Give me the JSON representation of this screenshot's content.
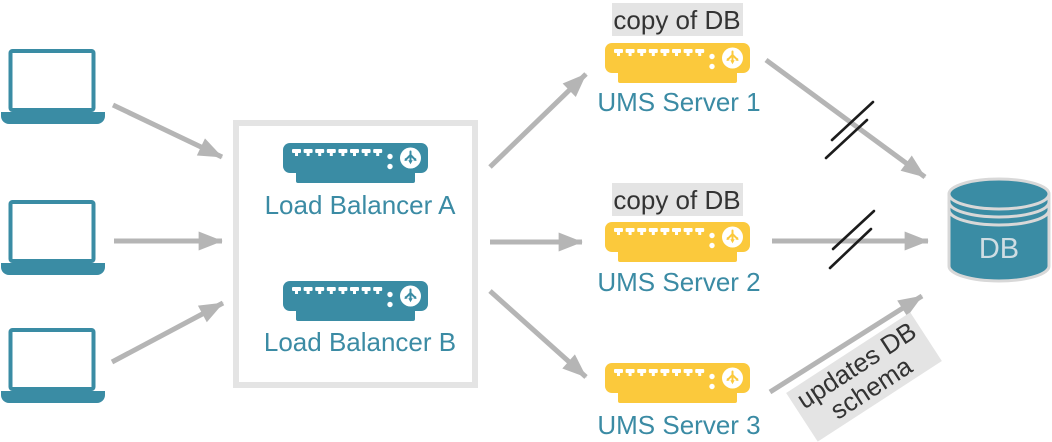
{
  "colors": {
    "teal": "#3a8ca4",
    "yellow": "#fbc93c",
    "arrow_gray": "#b5b5b5",
    "label_bg": "#e4e4e4",
    "label_text": "#333333",
    "box_border": "#e4e4e4",
    "db_text": "#cfdde3"
  },
  "clients": {
    "count": 3,
    "icon": "laptop-icon"
  },
  "load_balancers": [
    {
      "label": "Load Balancer A",
      "icon": "network-switch-icon"
    },
    {
      "label": "Load Balancer B",
      "icon": "network-switch-icon"
    }
  ],
  "ums_servers": [
    {
      "label": "UMS Server 1",
      "badge": "copy of DB",
      "icon": "network-switch-icon",
      "db_link_slashes": true
    },
    {
      "label": "UMS Server 2",
      "badge": "copy of DB",
      "icon": "network-switch-icon",
      "db_link_slashes": true
    },
    {
      "label": "UMS Server 3",
      "badge": "",
      "icon": "network-switch-icon",
      "db_link_slashes": false
    }
  ],
  "database": {
    "label": "DB",
    "icon": "database-cylinder-icon"
  },
  "annotations": {
    "updates_schema": {
      "line1": "updates DB",
      "line2": "schema"
    }
  }
}
